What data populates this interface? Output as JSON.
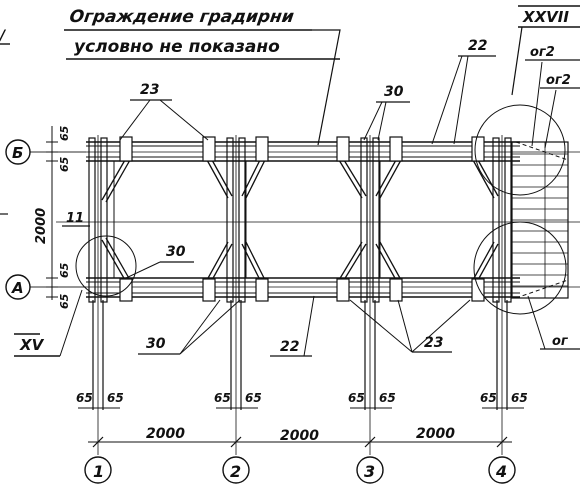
{
  "notes": {
    "line1": "Ограждение градирни",
    "line2": "условно не показано"
  },
  "section_marks": {
    "top_right": "XXVII",
    "left": "XV"
  },
  "right_edge_labels": {
    "top": "ог2",
    "middle": "ог2",
    "bottom": "ог"
  },
  "axes": {
    "rows": [
      "Б",
      "А"
    ],
    "columns": [
      "1",
      "2",
      "3",
      "4"
    ]
  },
  "dimensions": {
    "span": "2000",
    "row_span": "2000",
    "small": "65"
  },
  "callouts": {
    "c11": "11",
    "c22": "22",
    "c23": "23",
    "c30": "30"
  }
}
